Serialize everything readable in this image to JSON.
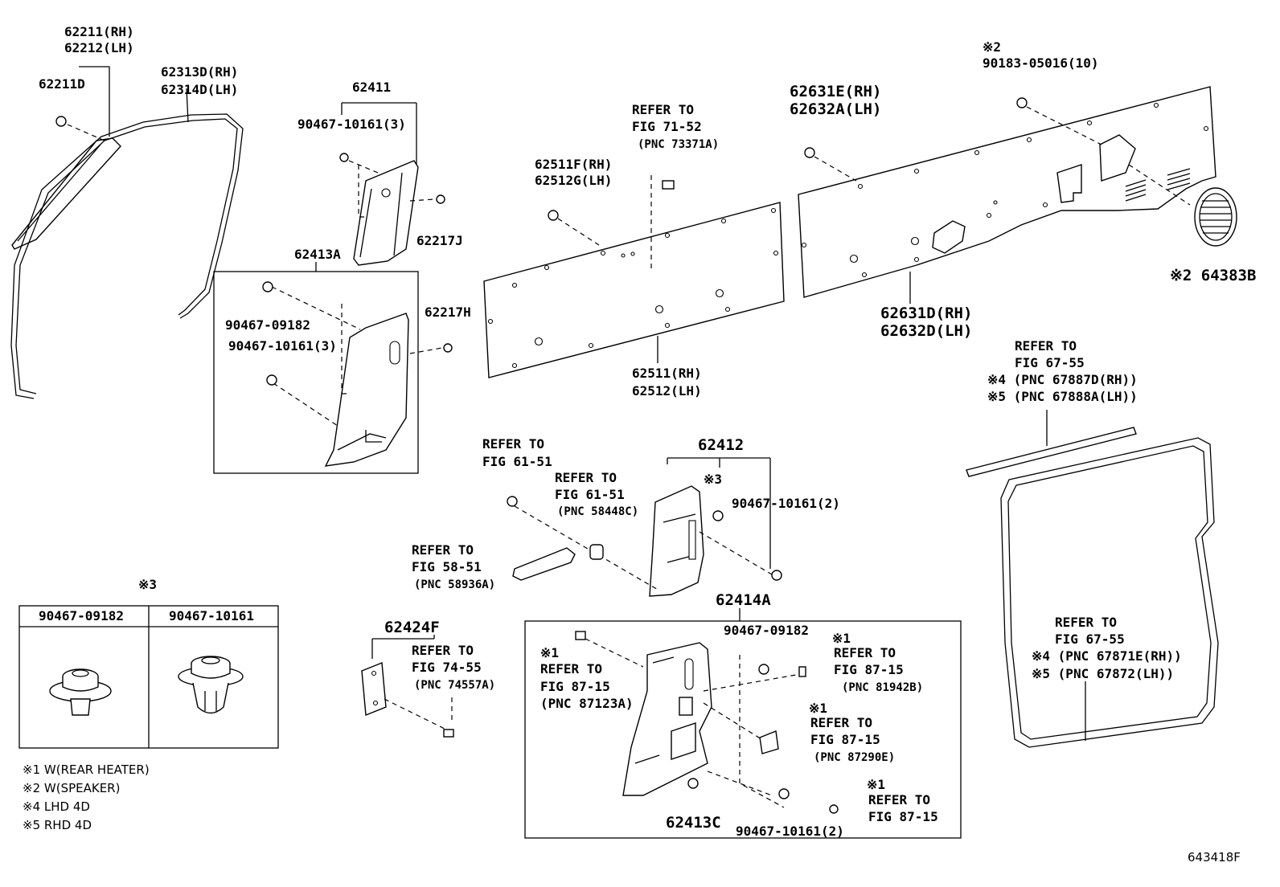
{
  "diagram_id": "643418F",
  "parts": {
    "p62211": "62211(RH)",
    "p62212": "62212(LH)",
    "p62211D": "62211D",
    "p62313D": "62313D(RH)",
    "p62314D": "62314D(LH)",
    "p62411": "62411",
    "clip_10161_3a": "90467-10161(3)",
    "p62217J": "62217J",
    "p62413A": "62413A",
    "clip_09182_a": "90467-09182",
    "clip_10161_3b": "90467-10161(3)",
    "p62217H": "62217H",
    "p62511F": "62511F(RH)",
    "p62512G": "62512G(LH)",
    "p62511": "62511(RH)",
    "p62512": "62512(LH)",
    "p62631E": "62631E(RH)",
    "p62632A": "62632A(LH)",
    "p62631D": "62631D(RH)",
    "p62632D": "62632D(LH)",
    "screw_mark": "※2",
    "screw": "90183-05016(10)",
    "p64383B": "※2 64383B",
    "p62412": "62412",
    "clip_mark3": "※3",
    "clip_10161_2a": "90467-10161(2)",
    "p62414A": "62414A",
    "p62424F": "62424F",
    "clip_09182_b": "90467-09182",
    "p62413C": "62413C",
    "clip_10161_2b": "90467-10161(2)"
  },
  "refs": {
    "r7152": {
      "l1": "REFER TO",
      "l2": "FIG 71-52",
      "l3": "(PNC 73371A)"
    },
    "r6755a": {
      "l1": "REFER TO",
      "l2": "FIG 67-55",
      "l3": "※4 (PNC 67887D(RH))",
      "l4": "※5 (PNC 67888A(LH))"
    },
    "r6151a": {
      "l1": "REFER TO",
      "l2": "FIG 61-51"
    },
    "r6151b": {
      "l1": "REFER TO",
      "l2": "FIG 61-51",
      "l3": "(PNC 58448C)"
    },
    "r5851": {
      "l1": "REFER TO",
      "l2": "FIG 58-51",
      "l3": "(PNC 58936A)"
    },
    "r7455": {
      "l1": "REFER TO",
      "l2": "FIG 74-55",
      "l3": "(PNC 74557A)"
    },
    "r8715a": {
      "mark": "※1",
      "l1": "REFER TO",
      "l2": "FIG 87-15",
      "l3": "(PNC 87123A)"
    },
    "r8715b": {
      "mark": "※1",
      "l1": "REFER TO",
      "l2": "FIG 87-15",
      "l3": "(PNC 81942B)"
    },
    "r8715c": {
      "mark": "※1",
      "l1": "REFER TO",
      "l2": "FIG 87-15",
      "l3": "(PNC 87290E)"
    },
    "r8715d": {
      "mark": "※1",
      "l1": "REFER TO",
      "l2": "FIG 87-15"
    },
    "r6755b": {
      "l1": "REFER TO",
      "l2": "FIG 67-55",
      "l3": "※4 (PNC 67871E(RH))",
      "l4": "※5 (PNC 67872(LH))"
    }
  },
  "legend": {
    "mark": "※3",
    "col1": "90467-09182",
    "col2": "90467-10161"
  },
  "notes": [
    "※1 W(REAR HEATER)",
    "※2 W(SPEAKER)",
    "※4 LHD 4D",
    "※5 RHD 4D"
  ]
}
